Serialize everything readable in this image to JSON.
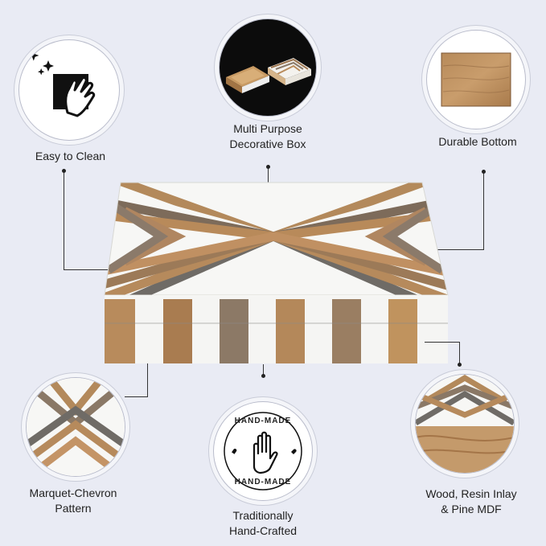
{
  "features": {
    "easy_clean": {
      "label": "Easy to Clean",
      "icon": "cleaning-cloth-icon"
    },
    "multi_purpose": {
      "line1": "Multi Purpose",
      "line2": "Decorative Box"
    },
    "durable_bottom": {
      "label": "Durable Bottom"
    },
    "marquet": {
      "line1": "Marquet-Chevron",
      "line2": "Pattern"
    },
    "handcrafted": {
      "line1": "Traditionally",
      "line2": "Hand-Crafted",
      "badge_top": "HAND-MADE",
      "badge_bottom": "HAND-MADE",
      "icon": "hand-icon"
    },
    "materials": {
      "line1": "Wood, Resin Inlay",
      "line2": "& Pine MDF"
    }
  },
  "colors": {
    "background": "#e9ebf4",
    "resin_white": "#f7f7f5",
    "wood_light": "#b78b5c",
    "wood_dark": "#7a6a5a",
    "horn_grey": "#6e6a64"
  }
}
